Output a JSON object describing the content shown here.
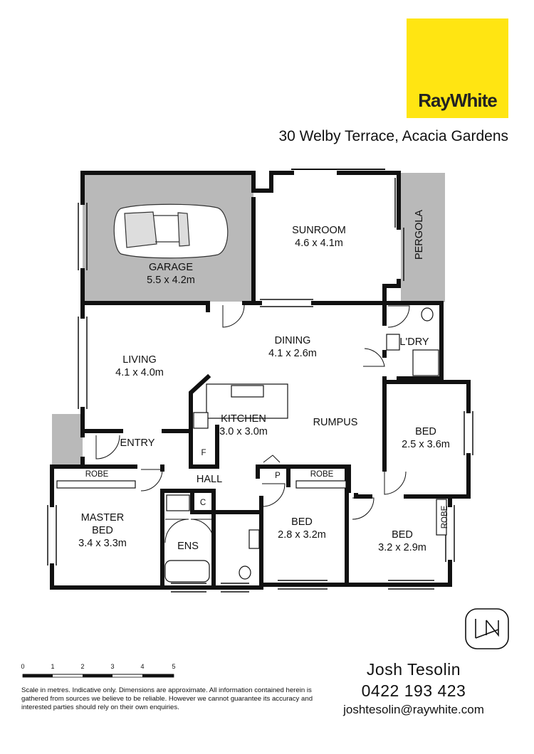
{
  "brand": {
    "logo_text": "RayWhite",
    "logo_color": "#ffe512"
  },
  "address": "30 Welby Terrace, Acacia Gardens",
  "rooms": {
    "garage": {
      "name": "GARAGE",
      "dims": "5.5 x 4.2m"
    },
    "sunroom": {
      "name": "SUNROOM",
      "dims": "4.6 x 4.1m"
    },
    "pergola": {
      "name": "PERGOLA"
    },
    "dining": {
      "name": "DINING",
      "dims": "4.1 x 2.6m"
    },
    "living": {
      "name": "LIVING",
      "dims": "4.1 x 4.0m"
    },
    "laundry": {
      "name": "L'DRY"
    },
    "kitchen": {
      "name": "KITCHEN",
      "dims": "3.0 x 3.0m"
    },
    "rumpus": {
      "name": "RUMPUS"
    },
    "bed_east": {
      "name": "BED",
      "dims": "2.5 x 3.6m"
    },
    "entry": {
      "name": "ENTRY"
    },
    "fridge": {
      "name": "F"
    },
    "hall": {
      "name": "HALL"
    },
    "pantry": {
      "name": "P"
    },
    "robe_master": {
      "name": "ROBE"
    },
    "robe_bed2": {
      "name": "ROBE"
    },
    "robe_bed3": {
      "name": "ROBE"
    },
    "master": {
      "line1": "MASTER",
      "line2": "BED",
      "dims": "3.4 x 3.3m"
    },
    "cupboard": {
      "name": "C"
    },
    "ensuite": {
      "name": "ENS"
    },
    "bed_mid": {
      "name": "BED",
      "dims": "2.8 x 3.2m"
    },
    "bed_se": {
      "name": "BED",
      "dims": "3.2 x 2.9m"
    }
  },
  "scale": {
    "ticks": [
      "0",
      "1",
      "2",
      "3",
      "4",
      "5"
    ]
  },
  "disclaimer": "Scale in metres. Indicative only. Dimensions are approximate. All information contained herein is gathered from sources we believe to be reliable. However we cannot guarantee its accuracy and interested parties should rely on their own enquiries.",
  "agent": {
    "name": "Josh Tesolin",
    "phone": "0422 193 423",
    "email": "joshtesolin@raywhite.com"
  }
}
